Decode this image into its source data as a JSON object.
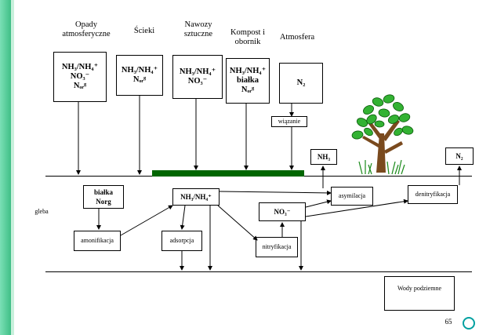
{
  "sources": [
    {
      "title": "Opady atmosferyczne",
      "lines": [
        "NH₃/NH₄⁺",
        "NO₃⁻",
        "Nₒᵣᵍ"
      ]
    },
    {
      "title": "Ścieki",
      "lines": [
        "NH₃/NH₄⁺",
        "Nₒᵣᵍ"
      ]
    },
    {
      "title": "Nawozy sztuczne",
      "lines": [
        "NH₃/NH₄⁺",
        "NO₃⁻"
      ]
    },
    {
      "title": "Kompost i obornik",
      "lines": [
        "NH₃/NH₄⁺",
        "białka",
        "Nₒᵣᵍ"
      ]
    },
    {
      "title": "Atmosfera",
      "lines": [
        "N₂"
      ]
    }
  ],
  "labels": {
    "wiazanie": "wiązanie",
    "nh3_top": "NH₃",
    "n2_right": "N₂",
    "soil": "gleba",
    "bialka": "białka",
    "norg": "Norg",
    "nh3nh4": "NH₃/NH₄⁺",
    "no3": "NO₃⁻",
    "asymilacja": "asymilacja",
    "denitryfikacja": "denitryfikacja",
    "amonifikacja": "amonifikacja",
    "adsorpcja": "adsorpcja",
    "nitryfikacja": "nitryfikacja",
    "groundwater": "Wody podziemne",
    "page_number": "65"
  },
  "colors": {
    "left_bar": "#5fd0a0",
    "fertilizer_band": "#006600",
    "leaf": "#33b233",
    "trunk": "#7a4a1e",
    "nav_circle": "#00a0a0"
  }
}
